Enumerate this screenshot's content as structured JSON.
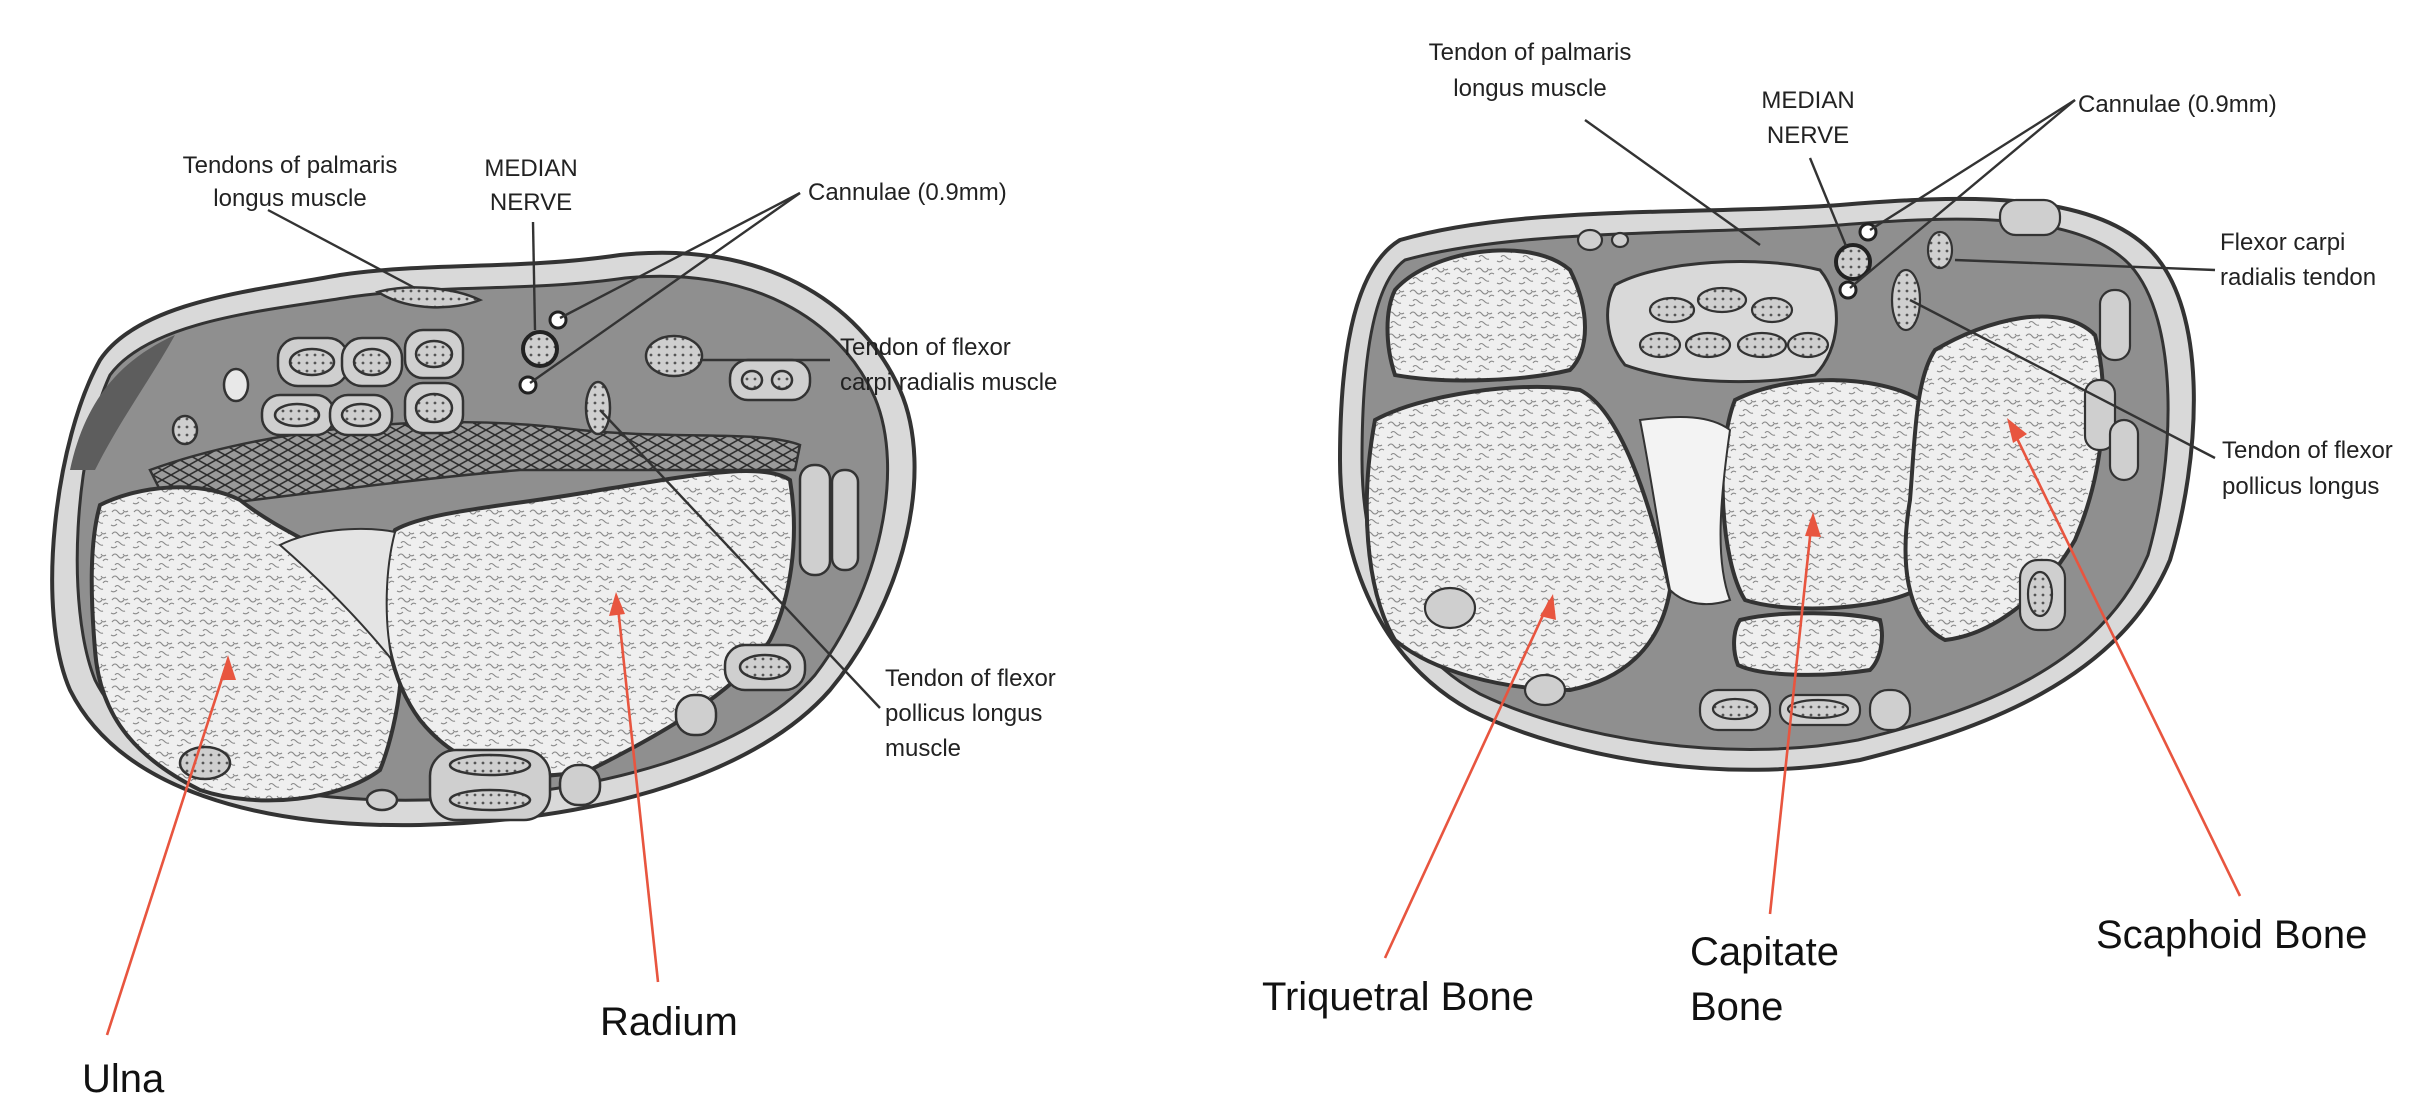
{
  "left_figure": {
    "labels": {
      "palmaris_line1": "Tendons of palmaris",
      "palmaris_line2": "longus muscle",
      "median_line1": "MEDIAN",
      "median_line2": "NERVE",
      "cannulae": "Cannulae (0.9mm)",
      "fcr_line1": "Tendon of flexor",
      "fcr_line2": "carpi radialis muscle",
      "fpl_line1": "Tendon of flexor",
      "fpl_line2": "pollicus longus",
      "fpl_line3": "muscle",
      "ulna": "Ulna",
      "radium": "Radium"
    }
  },
  "right_figure": {
    "labels": {
      "palmaris_line1": "Tendon of palmaris",
      "palmaris_line2": "longus muscle",
      "median_line1": "MEDIAN",
      "median_line2": "NERVE",
      "cannulae": "Cannulae (0.9mm)",
      "fcr_line1": "Flexor carpi",
      "fcr_line2": "radialis tendon",
      "fpl_line1": "Tendon of flexor",
      "fpl_line2": "pollicus longus",
      "triquetral": "Triquetral Bone",
      "capitate_line1": "Capitate",
      "capitate_line2": "Bone",
      "scaphoid": "Scaphoid Bone"
    }
  },
  "colors": {
    "outer_skin": "#d9d9d9",
    "soft_tissue": "#8f8f8f",
    "bone_fill": "#efefef",
    "annotation_red": "#e8553f"
  }
}
